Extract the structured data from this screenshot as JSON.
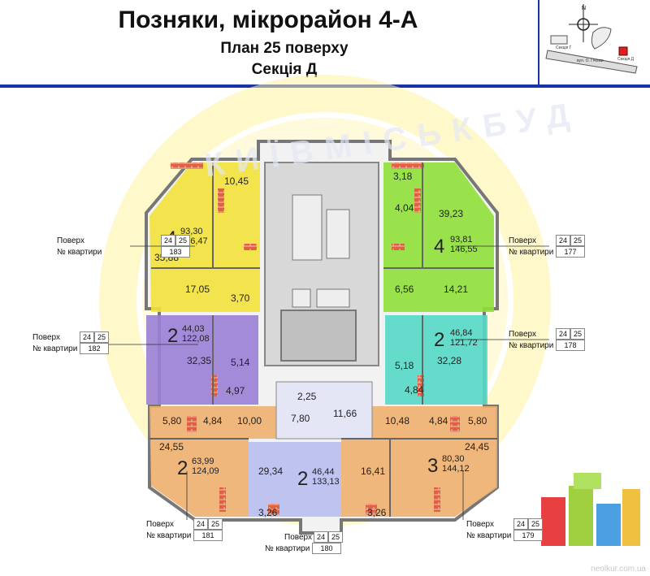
{
  "header": {
    "title": "Позняки, мікрорайон 4-А",
    "floor_plan": "План 25 поверху",
    "section": "Секція Д"
  },
  "keymap": {
    "street": "вул. О. Пчілки",
    "section_a": "Секція Г",
    "section_b": "Секція Д",
    "compass_n": "N"
  },
  "watermark_text": "КИЇВМІСЬКБУД",
  "labels": {
    "floor": "Поверх",
    "apt": "№ квартири"
  },
  "apartments": [
    {
      "id": "183",
      "rooms": "4",
      "living": "93,30",
      "total": "146,47",
      "floors": [
        "24",
        "25"
      ],
      "number": "183",
      "color": "#f3e23b"
    },
    {
      "id": "177",
      "rooms": "4",
      "living": "93,81",
      "total": "146,55",
      "extra": "39,23",
      "floors": [
        "24",
        "25"
      ],
      "number": "177",
      "color": "#8fe03a"
    },
    {
      "id": "182",
      "rooms": "2",
      "living": "44,03",
      "total": "122,08",
      "floors": [
        "24",
        "25"
      ],
      "number": "182",
      "color": "#9b7fd6"
    },
    {
      "id": "178",
      "rooms": "2",
      "living": "46,84",
      "total": "121,72",
      "floors": [
        "24",
        "25"
      ],
      "number": "178",
      "color": "#55d8c8"
    },
    {
      "id": "181",
      "rooms": "2",
      "living": "63,99",
      "total": "124,09",
      "floors": [
        "24",
        "25"
      ],
      "number": "181",
      "color": "#f0b070"
    },
    {
      "id": "180",
      "rooms": "2",
      "living": "46,44",
      "total": "133,13",
      "floors": [
        "24",
        "25"
      ],
      "number": "180",
      "color": "#b8bef0"
    },
    {
      "id": "179",
      "rooms": "3",
      "living": "80,30",
      "total": "144,12",
      "floors": [
        "24",
        "25"
      ],
      "number": "179",
      "color": "#f0b070"
    }
  ],
  "room_areas": [
    "10,45",
    "35,88",
    "17,05",
    "3,70",
    "3,18",
    "4,04",
    "6,56",
    "14,21",
    "32,35",
    "5,14",
    "4,97",
    "5,18",
    "32,28",
    "4,84",
    "2,25",
    "7,80",
    "11,66",
    "5,80",
    "4,84",
    "10,00",
    "24,55",
    "10,48",
    "4,84",
    "5,80",
    "24,45",
    "29,34",
    "16,41",
    "3,26",
    "3,26"
  ],
  "footer_watermark": "neolkur.com.ua"
}
